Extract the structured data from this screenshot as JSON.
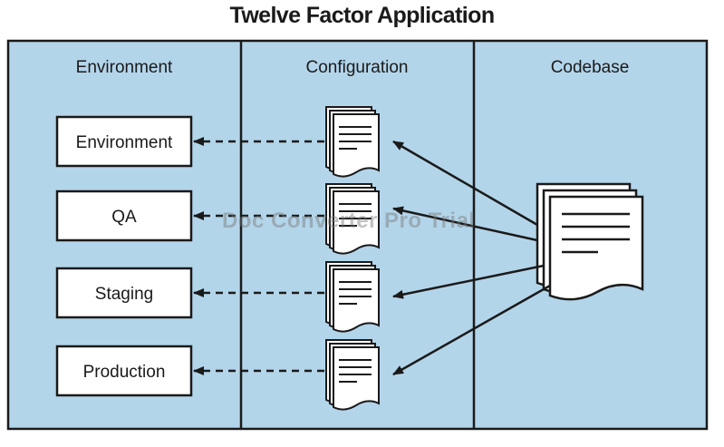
{
  "title": "Twelve Factor Application",
  "columns": [
    "Environment",
    "Configuration",
    "Codebase"
  ],
  "environments": [
    "Environment",
    "QA",
    "Staging",
    "Production"
  ],
  "watermark": "Doc Converter Pro Trial",
  "colors": {
    "panel": "#b3d5ea",
    "border": "#1a1a1a",
    "box": "#ffffff"
  }
}
